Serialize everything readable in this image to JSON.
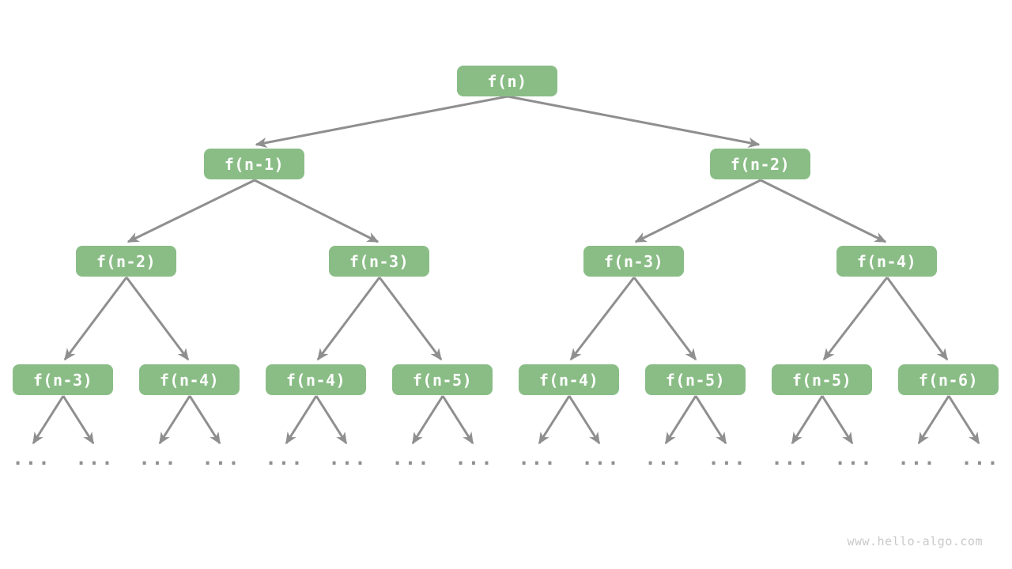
{
  "diagram": {
    "root": "f(n)",
    "level1": [
      "f(n-1)",
      "f(n-2)"
    ],
    "level2": [
      "f(n-2)",
      "f(n-3)",
      "f(n-3)",
      "f(n-4)"
    ],
    "level3": [
      "f(n-3)",
      "f(n-4)",
      "f(n-4)",
      "f(n-5)",
      "f(n-4)",
      "f(n-5)",
      "f(n-5)",
      "f(n-6)"
    ],
    "ellipsis": "...",
    "colors": {
      "node-fill": "#8abd86",
      "node-text": "#ffffff",
      "edge": "#8f8f8f",
      "watermark-text": "#c9c9c9",
      "background": "#ffffff"
    }
  },
  "watermark": "www.hello-algo.com"
}
